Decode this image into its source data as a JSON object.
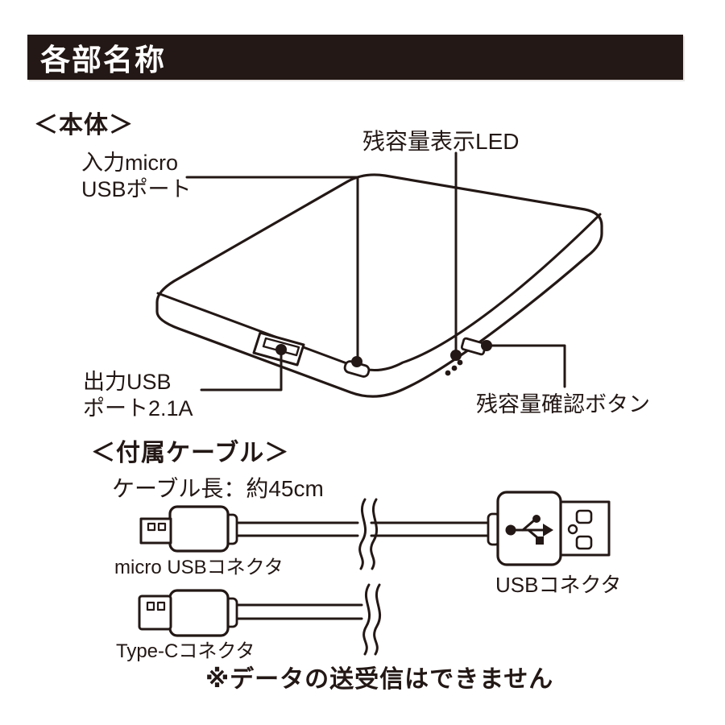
{
  "colors": {
    "ink": "#231815",
    "background": "#ffffff",
    "header_text": "#ffffff"
  },
  "header": {
    "title": "各部名称"
  },
  "sections": {
    "body": {
      "heading": "＜本体＞",
      "labels": {
        "input_line1": "入力micro",
        "input_line2": "USBポート",
        "led": "残容量表示LED",
        "output_line1": "出力USB",
        "output_line2": "ポート2.1A",
        "button": "残容量確認ボタン"
      }
    },
    "cable": {
      "heading": "＜付属ケーブル＞",
      "length_note": "ケーブル長：約45cm",
      "connector_labels": {
        "micro": "micro USBコネクタ",
        "usb": "USBコネクタ",
        "type_c": "Type-Cコネクタ"
      },
      "note": "※データの送受信はできません"
    }
  },
  "icons": [
    "usb-trident-icon",
    "cable-break-icon",
    "led-dots-icon"
  ]
}
